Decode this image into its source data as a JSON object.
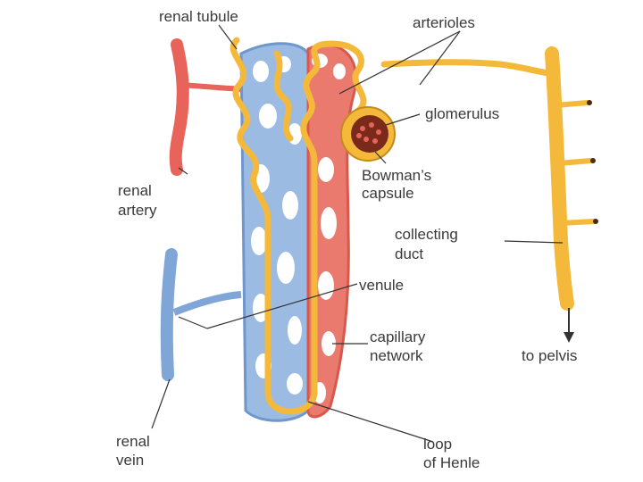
{
  "labels": {
    "renal_tubule": "renal tubule",
    "arterioles": "arterioles",
    "glomerulus": "glomerulus",
    "bowmans_line1": "Bowman’s",
    "bowmans_line2": "capsule",
    "renal_artery_line1": "renal",
    "renal_artery_line2": "artery",
    "collecting_line1": "collecting",
    "collecting_line2": "duct",
    "venule": "venule",
    "capillary_line1": "capillary",
    "capillary_line2": "network",
    "to_pelvis": "to pelvis",
    "renal_vein_line1": "renal",
    "renal_vein_line2": "vein",
    "loop_line1": "loop",
    "loop_line2": "of Henle"
  },
  "colors": {
    "artery": "#e8645a",
    "vein": "#7fa6d6",
    "tubule": "#f4b93a",
    "capsule": "#7a2a1a"
  }
}
